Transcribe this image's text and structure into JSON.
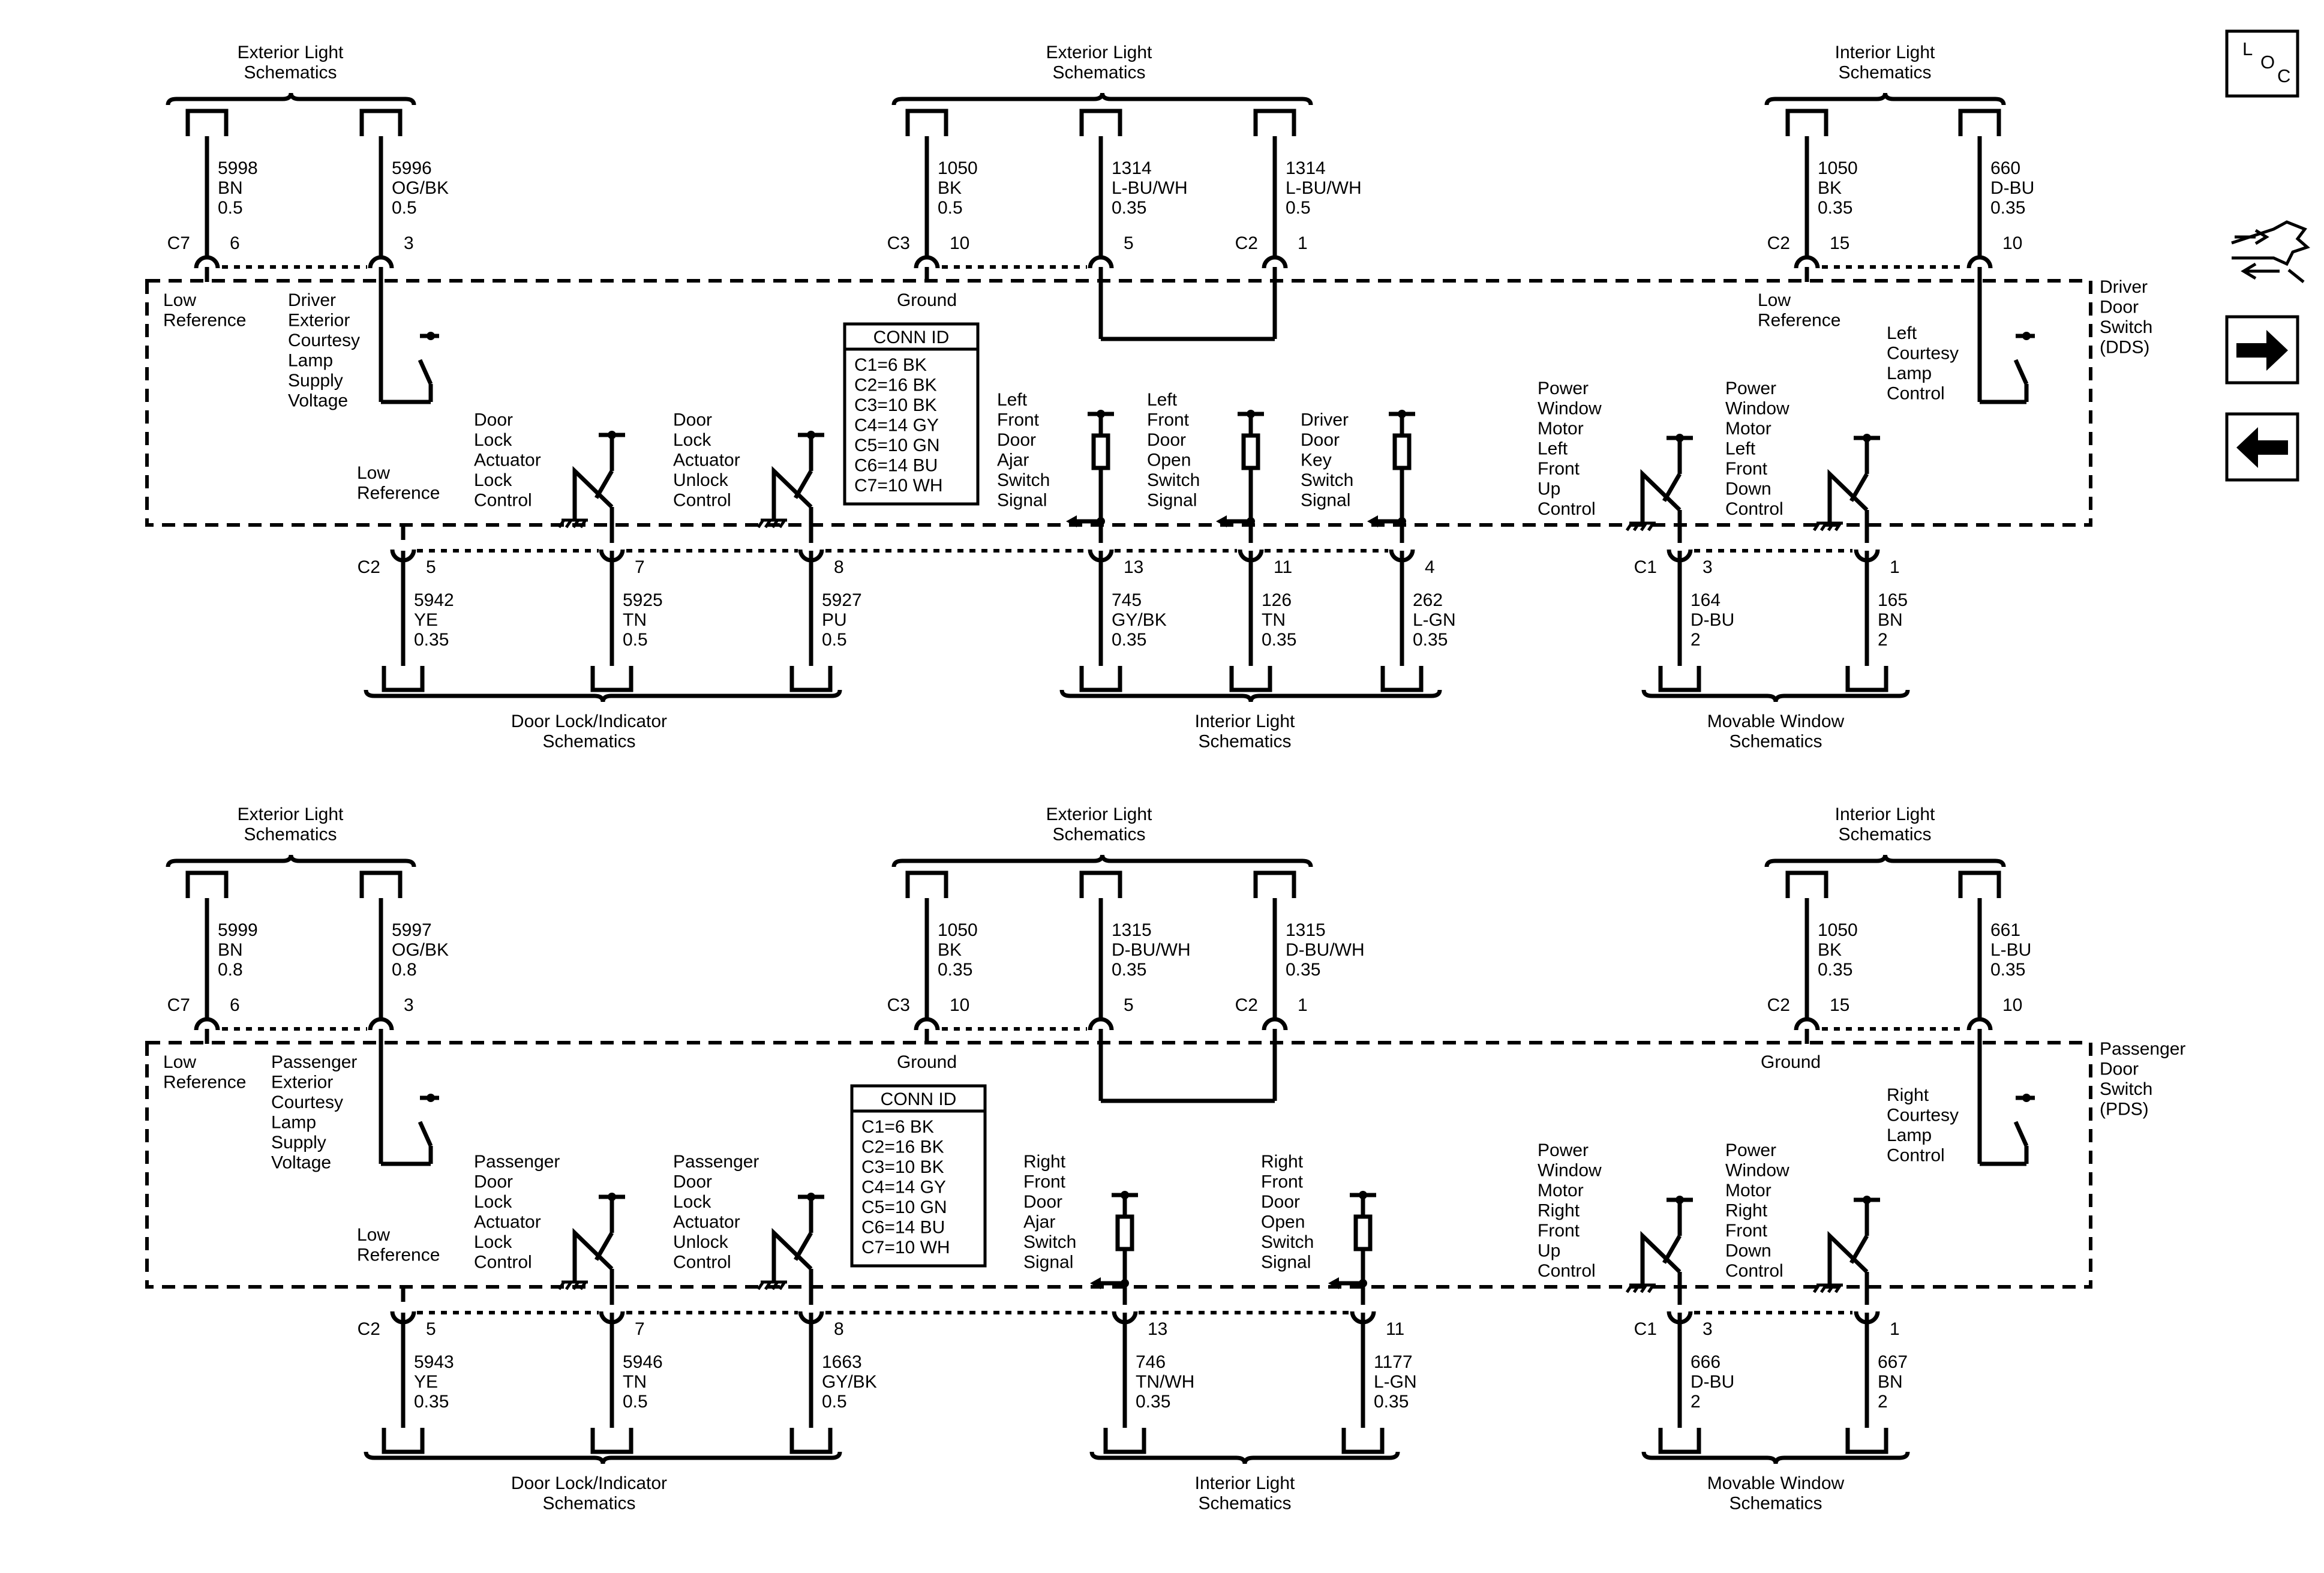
{
  "conn_id": {
    "title": "CONN ID",
    "lines": [
      "C1=6 BK",
      "C2=16 BK",
      "C3=10 BK",
      "C4=14 GY",
      "C5=10 GN",
      "C6=14 BU",
      "C7=10 WH"
    ]
  },
  "sidebar": {
    "loc": [
      "L",
      "O",
      "C"
    ]
  },
  "panels": [
    {
      "component": [
        "Driver",
        "Door",
        "Switch",
        "(DDS)"
      ],
      "top_groups": [
        [
          "Exterior Light",
          "Schematics"
        ],
        [
          "Exterior Light",
          "Schematics"
        ],
        [
          "Interior Light",
          "Schematics"
        ]
      ],
      "top_wires": [
        {
          "circuit": "5998",
          "color": "BN",
          "size": "0.5",
          "conn": "C7",
          "pin": "6"
        },
        {
          "circuit": "5996",
          "color": "OG/BK",
          "size": "0.5",
          "conn": "",
          "pin": "3"
        },
        {
          "circuit": "1050",
          "color": "BK",
          "size": "0.5",
          "conn": "C3",
          "pin": "10"
        },
        {
          "circuit": "1314",
          "color": "L-BU/WH",
          "size": "0.35",
          "conn": "",
          "pin": "5"
        },
        {
          "circuit": "1314",
          "color": "L-BU/WH",
          "size": "0.5",
          "conn": "C2",
          "pin": "1"
        },
        {
          "circuit": "1050",
          "color": "BK",
          "size": "0.35",
          "conn": "C2",
          "pin": "15"
        },
        {
          "circuit": "660",
          "color": "D-BU",
          "size": "0.35",
          "conn": "",
          "pin": "10"
        }
      ],
      "labels": {
        "low_ref_top": [
          "Low",
          "Reference"
        ],
        "courtesy_supply": [
          "Driver",
          "Exterior",
          "Courtesy",
          "Lamp",
          "Supply",
          "Voltage"
        ],
        "ground_center": [
          "Ground"
        ],
        "low_ref_right": [
          "Low",
          "Reference"
        ],
        "courtesy_control": [
          "Left",
          "Courtesy",
          "Lamp",
          "Control"
        ],
        "low_ref_bottom": [
          "Low",
          "Reference"
        ],
        "lock_control": [
          "Door",
          "Lock",
          "Actuator",
          "Lock",
          "Control"
        ],
        "unlock_control": [
          "Door",
          "Lock",
          "Actuator",
          "Unlock",
          "Control"
        ],
        "sig1": [
          "Left",
          "Front",
          "Door",
          "Ajar",
          "Switch",
          "Signal"
        ],
        "sig2": [
          "Left",
          "Front",
          "Door",
          "Open",
          "Switch",
          "Signal"
        ],
        "sig3": [
          "Driver",
          "Door",
          "Key",
          "Switch",
          "Signal"
        ],
        "win_up": [
          "Power",
          "Window",
          "Motor",
          "Left",
          "Front",
          "Up",
          "Control"
        ],
        "win_down": [
          "Power",
          "Window",
          "Motor",
          "Left",
          "Front",
          "Down",
          "Control"
        ]
      },
      "bottom_wires": [
        {
          "circuit": "5942",
          "color": "YE",
          "size": "0.35",
          "conn": "C2",
          "pin": "5"
        },
        {
          "circuit": "5925",
          "color": "TN",
          "size": "0.5",
          "conn": "",
          "pin": "7"
        },
        {
          "circuit": "5927",
          "color": "PU",
          "size": "0.5",
          "conn": "",
          "pin": "8"
        },
        {
          "circuit": "745",
          "color": "GY/BK",
          "size": "0.35",
          "conn": "",
          "pin": "13"
        },
        {
          "circuit": "126",
          "color": "TN",
          "size": "0.35",
          "conn": "",
          "pin": "11"
        },
        {
          "circuit": "262",
          "color": "L-GN",
          "size": "0.35",
          "conn": "",
          "pin": "4"
        },
        {
          "circuit": "164",
          "color": "D-BU",
          "size": "2",
          "conn": "C1",
          "pin": "3"
        },
        {
          "circuit": "165",
          "color": "BN",
          "size": "2",
          "conn": "",
          "pin": "1"
        }
      ],
      "bottom_groups": [
        [
          "Door Lock/Indicator",
          "Schematics"
        ],
        [
          "Interior Light",
          "Schematics"
        ],
        [
          "Movable Window",
          "Schematics"
        ]
      ]
    },
    {
      "component": [
        "Passenger",
        "Door",
        "Switch",
        "(PDS)"
      ],
      "top_groups": [
        [
          "Exterior Light",
          "Schematics"
        ],
        [
          "Exterior Light",
          "Schematics"
        ],
        [
          "Interior Light",
          "Schematics"
        ]
      ],
      "top_wires": [
        {
          "circuit": "5999",
          "color": "BN",
          "size": "0.8",
          "conn": "C7",
          "pin": "6"
        },
        {
          "circuit": "5997",
          "color": "OG/BK",
          "size": "0.8",
          "conn": "",
          "pin": "3"
        },
        {
          "circuit": "1050",
          "color": "BK",
          "size": "0.35",
          "conn": "C3",
          "pin": "10"
        },
        {
          "circuit": "1315",
          "color": "D-BU/WH",
          "size": "0.35",
          "conn": "",
          "pin": "5"
        },
        {
          "circuit": "1315",
          "color": "D-BU/WH",
          "size": "0.35",
          "conn": "C2",
          "pin": "1"
        },
        {
          "circuit": "1050",
          "color": "BK",
          "size": "0.35",
          "conn": "C2",
          "pin": "15"
        },
        {
          "circuit": "661",
          "color": "L-BU",
          "size": "0.35",
          "conn": "",
          "pin": "10"
        }
      ],
      "labels": {
        "low_ref_top": [
          "Low",
          "Reference"
        ],
        "courtesy_supply": [
          "Passenger",
          "Exterior",
          "Courtesy",
          "Lamp",
          "Supply",
          "Voltage"
        ],
        "ground_center": [
          "Ground"
        ],
        "low_ref_right": [
          "Ground"
        ],
        "courtesy_control": [
          "Right",
          "Courtesy",
          "Lamp",
          "Control"
        ],
        "low_ref_bottom": [
          "Low",
          "Reference"
        ],
        "lock_control": [
          "Passenger",
          "Door",
          "Lock",
          "Actuator",
          "Lock",
          "Control"
        ],
        "unlock_control": [
          "Passenger",
          "Door",
          "Lock",
          "Actuator",
          "Unlock",
          "Control"
        ],
        "sig1": [
          "Right",
          "Front",
          "Door",
          "Ajar",
          "Switch",
          "Signal"
        ],
        "sig2": [
          "Right",
          "Front",
          "Door",
          "Open",
          "Switch",
          "Signal"
        ],
        "win_up": [
          "Power",
          "Window",
          "Motor",
          "Right",
          "Front",
          "Up",
          "Control"
        ],
        "win_down": [
          "Power",
          "Window",
          "Motor",
          "Right",
          "Front",
          "Down",
          "Control"
        ]
      },
      "bottom_wires": [
        {
          "circuit": "5943",
          "color": "YE",
          "size": "0.35",
          "conn": "C2",
          "pin": "5"
        },
        {
          "circuit": "5946",
          "color": "TN",
          "size": "0.5",
          "conn": "",
          "pin": "7"
        },
        {
          "circuit": "1663",
          "color": "GY/BK",
          "size": "0.5",
          "conn": "",
          "pin": "8"
        },
        {
          "circuit": "746",
          "color": "TN/WH",
          "size": "0.35",
          "conn": "",
          "pin": "13"
        },
        {
          "circuit": "1177",
          "color": "L-GN",
          "size": "0.35",
          "conn": "",
          "pin": "11"
        },
        {
          "circuit": "666",
          "color": "D-BU",
          "size": "2",
          "conn": "C1",
          "pin": "3"
        },
        {
          "circuit": "667",
          "color": "BN",
          "size": "2",
          "conn": "",
          "pin": "1"
        }
      ],
      "bottom_groups": [
        [
          "Door Lock/Indicator",
          "Schematics"
        ],
        [
          "Interior Light",
          "Schematics"
        ],
        [
          "Movable Window",
          "Schematics"
        ]
      ]
    }
  ]
}
